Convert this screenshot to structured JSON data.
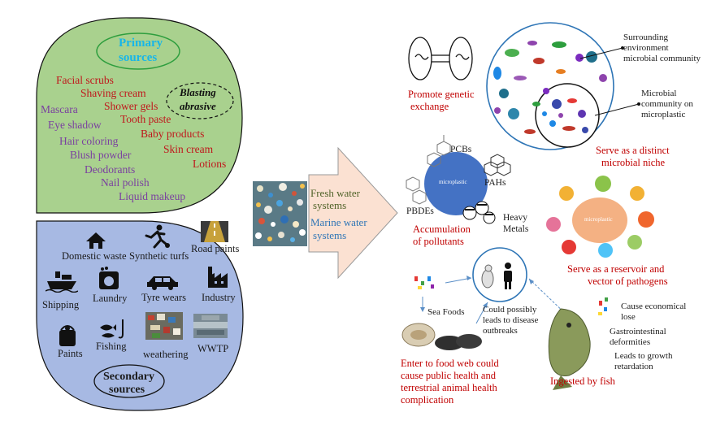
{
  "primary": {
    "title_line1": "Primary",
    "title_line2": "sources",
    "blasting_line1": "Blasting",
    "blasting_line2": "abrasive",
    "items": [
      "Facial scrubs",
      "Shaving cream",
      "Shower gels",
      "Mascara",
      "Eye shadow",
      "Tooth paste",
      "Baby products",
      "Hair coloring",
      "Blush powder",
      "Skin cream",
      "Deodorants",
      "Lotions",
      "Nail polish",
      "Liquid makeup"
    ]
  },
  "secondary": {
    "title_line1": "Secondary",
    "title_line2": "sources",
    "items": [
      "Domestic waste",
      "Synthetic turfs",
      "Road paints",
      "Shipping",
      "Laundry",
      "Tyre wears",
      "Industry",
      "Paints",
      "Fishing",
      "weathering",
      "WWTP"
    ]
  },
  "arrow": {
    "fresh_line1": "Fresh water",
    "fresh_line2": "systems",
    "marine_line1": "Marine water",
    "marine_line2": "systems"
  },
  "effects": {
    "genetic_line1": "Promote genetic",
    "genetic_line2": "exchange",
    "surrounding_line1": "Surrounding",
    "surrounding_line2": "environment",
    "surrounding_line3": "microbial community",
    "community_line1": "Microbial",
    "community_line2": "community on",
    "community_line3": "microplastic",
    "niche_line1": "Serve as a distinct",
    "niche_line2": "microbial niche",
    "pcbs": "PCBs",
    "pahs": "PAHs",
    "pbdes": "PBDEs",
    "heavy_line1": "Heavy",
    "heavy_line2": "Metals",
    "microplastic_label": "microplastic",
    "accum_line1": "Accumulation",
    "accum_line2": "of pollutants",
    "reservoir_line1": "Serve as a reservoir and",
    "reservoir_line2": "vector of pathogens",
    "seafoods": "Sea Foods",
    "disease_line1": "Could possibly",
    "disease_line2": "leads to  disease",
    "disease_line3": "outbreaks",
    "foodweb_line1": "Enter to food web could",
    "foodweb_line2": "cause public health and",
    "foodweb_line3": "terrestrial animal health",
    "foodweb_line4": "complication",
    "econ_line1": "Cause economical",
    "econ_line2": "lose",
    "gastro_line1": "Gastrointestinal",
    "gastro_line2": "deformities",
    "growth_line1": "Leads to growth",
    "growth_line2": "retardation",
    "ingested": "Ingested by fish"
  },
  "colors": {
    "primary_fill": "#a9d18e",
    "secondary_fill": "#a7b9e3",
    "arrow_fill": "#fbe1d2",
    "microplastic_blue": "#4472c4",
    "pathogen_orange": "#f4b183",
    "title_cyan": "#17b6e8"
  }
}
